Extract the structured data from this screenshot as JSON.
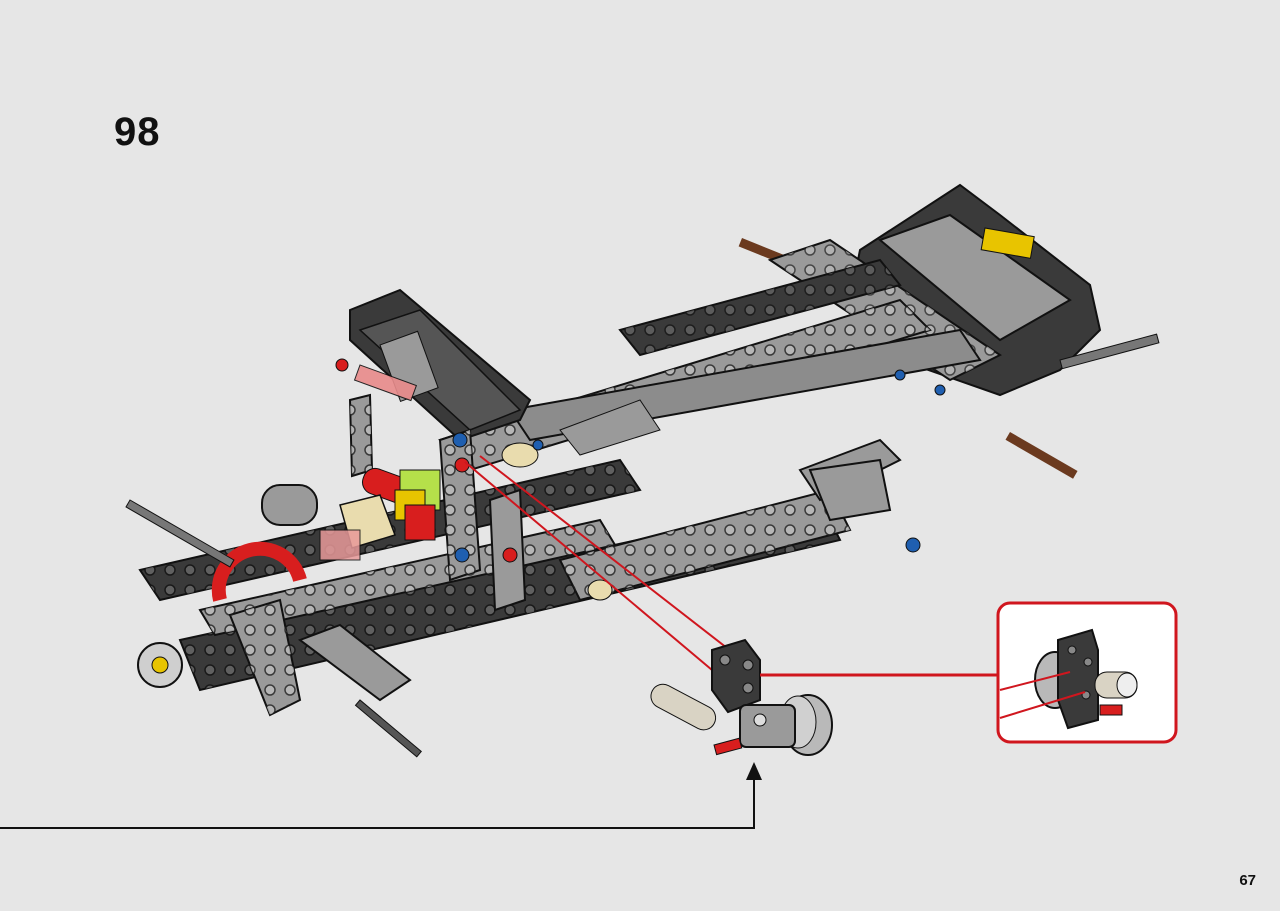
{
  "step": {
    "number": "98"
  },
  "page": {
    "number": "67"
  },
  "colors": {
    "background": "#e6e6e6",
    "beam_dark": "#3a3a3a",
    "beam_light": "#9a9a9a",
    "callout_border": "#d0161e",
    "guide_line": "#d0161e",
    "pin_red": "#d81e1e",
    "pin_blue": "#1f5fb0",
    "pin_yellow": "#e8c400",
    "axle_brown": "#6b3a1f"
  },
  "icons": [
    "chassis-assembly-illustration",
    "part-illustration",
    "callout-detail-illustration",
    "arrow-up-icon"
  ]
}
